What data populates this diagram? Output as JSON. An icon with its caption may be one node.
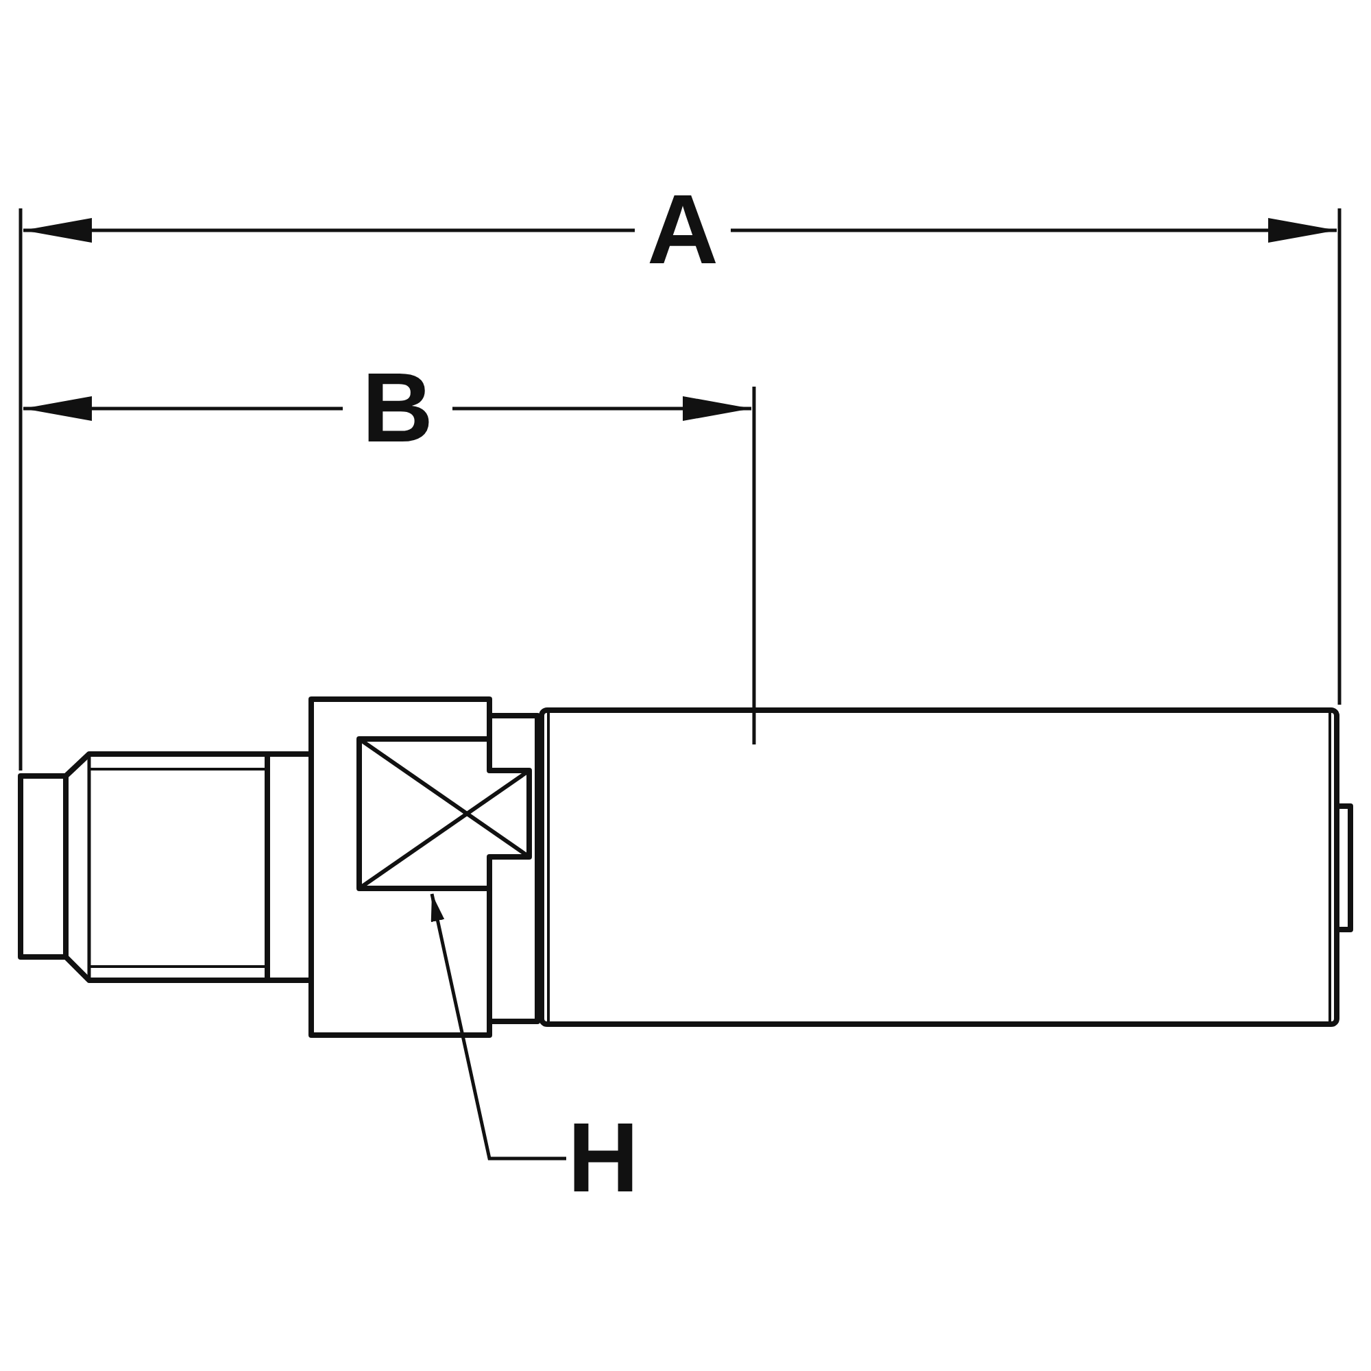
{
  "diagram": {
    "nodes": [
      {
        "text": [
          "H"
        ]
      },
      {
        "text": [],
        "shape": "box"
      }
    ],
    "edges": [
      {
        "from": 0,
        "to": 1,
        "arrow": "to"
      }
    ],
    "labels": [
      "A",
      "B"
    ]
  }
}
